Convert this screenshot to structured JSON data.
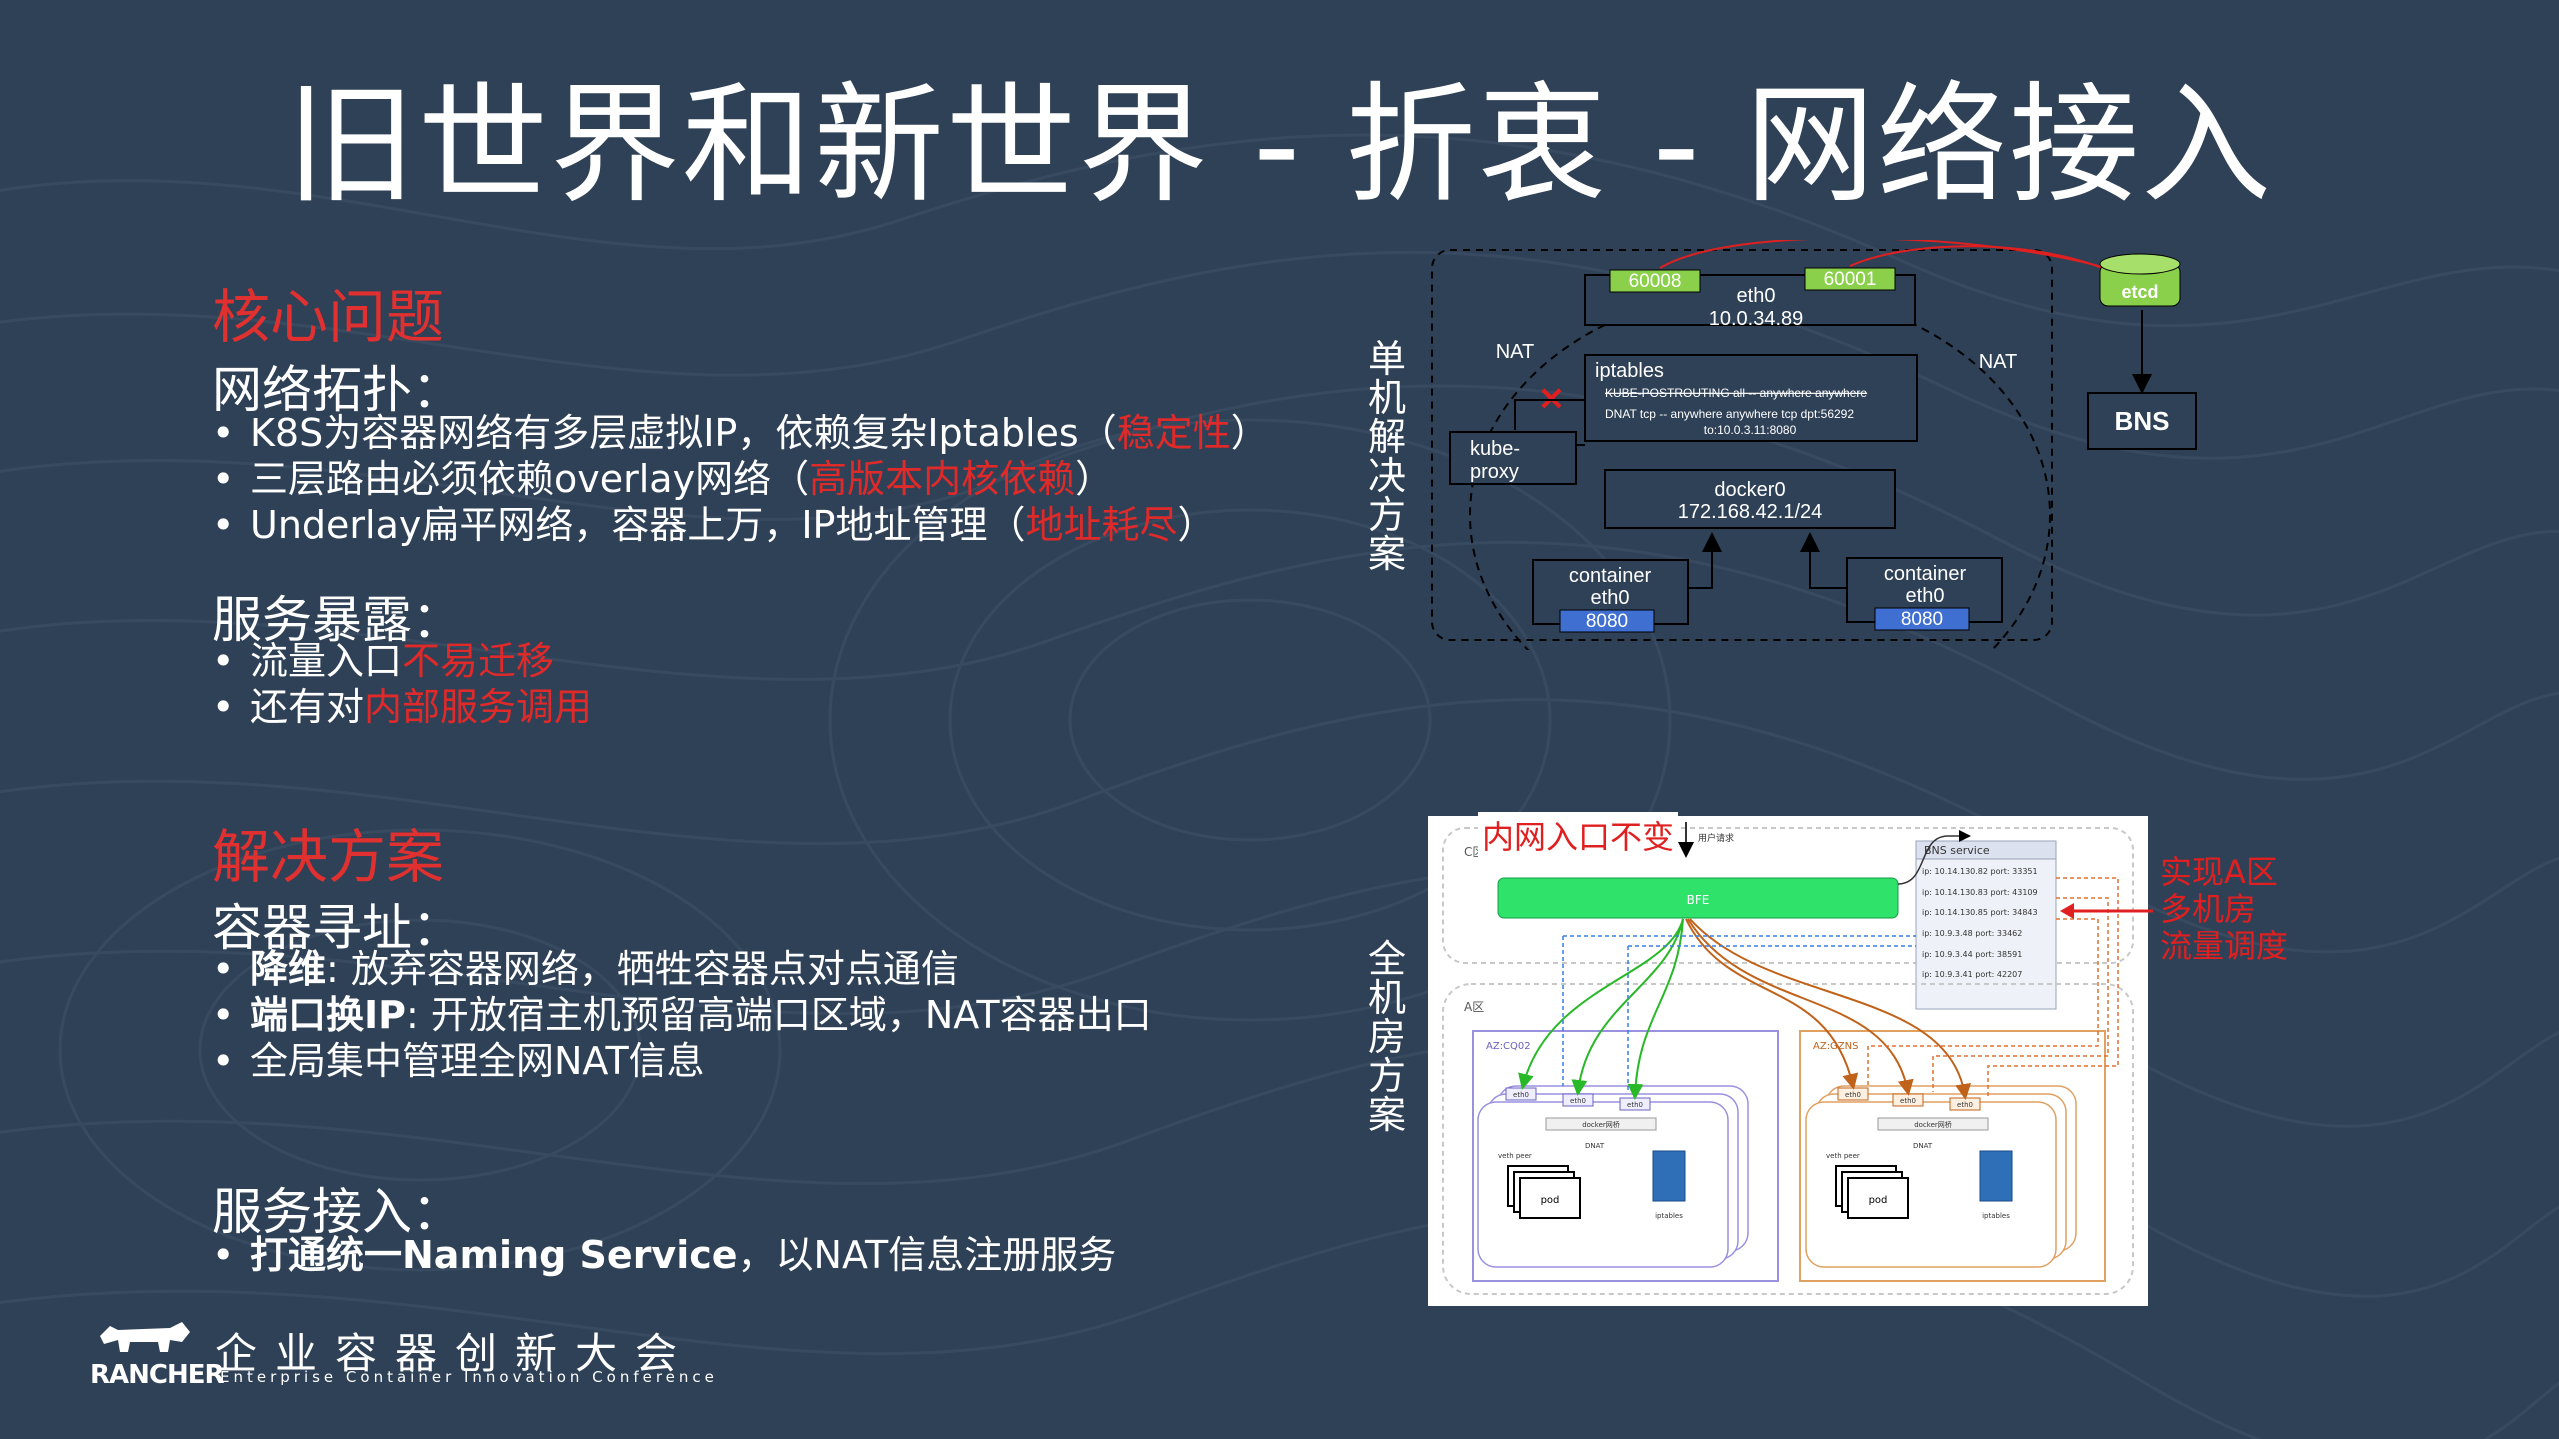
{
  "title": "旧世界和新世界 - 折衷 - 网络接入",
  "core": {
    "heading": "核心问题",
    "topology": {
      "heading": "网络拓扑：",
      "items": [
        {
          "text": "K8S为容器网络有多层虚拟IP，依赖复杂Iptables（",
          "highlight": "稳定性",
          "tail": "）"
        },
        {
          "text": "三层路由必须依赖overlay网络（",
          "highlight": "高版本内核依赖",
          "tail": "）"
        },
        {
          "text": "Underlay扁平网络，容器上万，IP地址管理（",
          "highlight": "地址耗尽",
          "tail": "）"
        }
      ]
    },
    "exposure": {
      "heading": "服务暴露：",
      "items": [
        {
          "text": "流量入口",
          "highlight": "不易迁移"
        },
        {
          "text": "还有对",
          "highlight": "内部服务调用"
        }
      ]
    }
  },
  "solution": {
    "heading": "解决方案",
    "addressing": {
      "heading": "容器寻址：",
      "items": [
        {
          "bold": "降维",
          "text": ": 放弃容器网络，牺牲容器点对点通信"
        },
        {
          "bold": "端口换IP",
          "text": ": 开放宿主机预留高端口区域，NAT容器出口"
        },
        {
          "bold": "",
          "text": "全局集中管理全网NAT信息"
        }
      ]
    },
    "access": {
      "heading": "服务接入：",
      "items": [
        {
          "bold": "打通统一Naming Service",
          "text": "，以NAT信息注册服务"
        }
      ]
    }
  },
  "single_host": {
    "label": "单机解决方案",
    "port_a": "60008",
    "port_b": "60001",
    "eth0": "eth0",
    "host_ip": "10.0.34.89",
    "nat_left": "NAT",
    "nat_right": "NAT",
    "iptables": "iptables",
    "rule1": "KUBE-POSTROUTING  all  --  anywhere  anywhere",
    "rule2": "DNAT  tcp -- anywhere  anywhere  tcp dpt:56292",
    "rule3": "to:10.0.3.11:8080",
    "kube_proxy": "kube-\nproxy",
    "kube": "kube-",
    "proxy": "proxy",
    "docker0": "docker0",
    "docker_ip": "172.168.42.1/24",
    "container": "container",
    "container_eth": "eth0",
    "container_port": "8080",
    "etcd": "etcd",
    "bns": "BNS"
  },
  "multi_room": {
    "label": "全机房方案",
    "intranet_label": "内网入口不变",
    "user_req": "用户请求",
    "c_zone": "C区",
    "bfe": "BFE",
    "bns_service": "BNS service",
    "bns_entries": [
      "ip: 10.14.130.82 port: 33351",
      "ip: 10.14.130.83 port: 43109",
      "ip: 10.14.130.85 port: 34843",
      "ip: 10.9.3.48 port: 33462",
      "ip: 10.9.3.44 port: 38591",
      "ip: 10.9.3.41 port: 42207"
    ],
    "a_zone": "A区",
    "az_left": "AZ:CQ02",
    "az_right": "AZ:GZNS",
    "eth0": "eth0",
    "docker_net": "docker网桥",
    "dnat": "DNAT",
    "veth": "veth peer",
    "pod": "pod",
    "iptables": "iptables",
    "side_note": "实现A区\n多机房\n流量调度",
    "side_note_lines": [
      "实现A区",
      "多机房",
      "流量调度"
    ]
  },
  "footer": {
    "brand": "RANCHER",
    "cn": "企业容器创新大会",
    "en": "Enterprise Container Innovation Conference"
  },
  "colors": {
    "background": "#2f4156",
    "accent_red": "#e03030",
    "port_green": "#8ad04a",
    "port_blue": "#3f6fd0",
    "bfe_green": "#2fe36a"
  }
}
